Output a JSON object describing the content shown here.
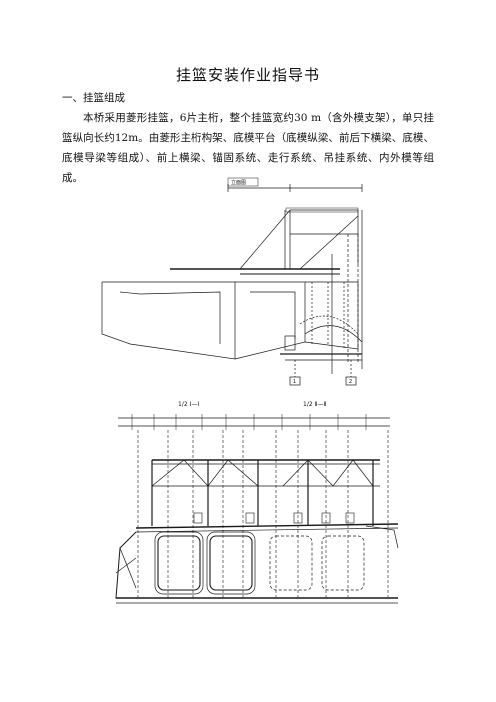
{
  "document": {
    "title": "挂篮安装作业指导书",
    "section_heading": "一、挂篮组成",
    "paragraph": "本桥采用菱形挂篮，6片主桁，整个挂篮宽约30 m（含外模支架），单只挂篮纵向长约12m。由菱形主桁构架、底模平台（底模纵梁、前后下横梁、底模、底模导梁等组成）、前上横梁、锚固系统、走行系统、吊挂系统、内外模等组成。"
  },
  "figure1": {
    "label_top": "立面图",
    "section_a": "1",
    "section_b": "2"
  },
  "figure2": {
    "label_left": "1/2 Ⅰ—Ⅰ",
    "label_right": "1/2 Ⅱ—Ⅱ"
  },
  "colors": {
    "line": "#1a1a1a",
    "dash": "#444444"
  }
}
